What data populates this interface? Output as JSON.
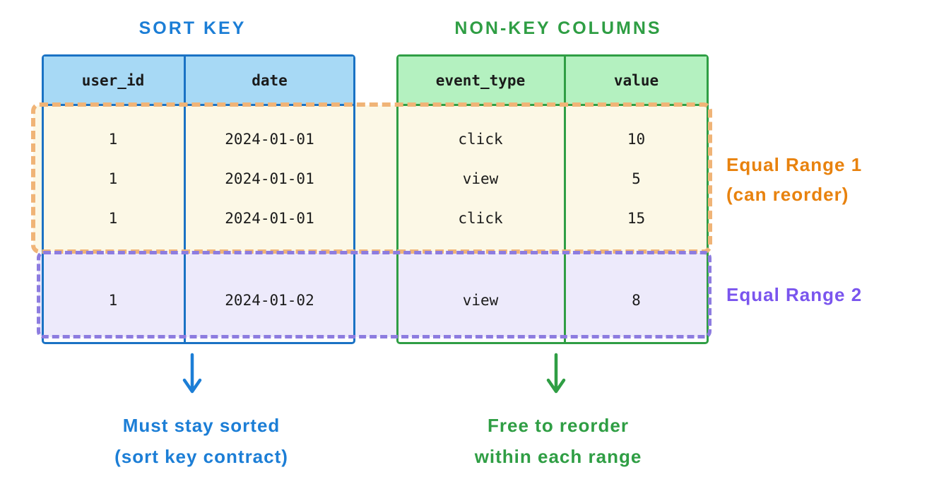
{
  "titles": {
    "sort_key": "SORT KEY",
    "non_key": "NON-KEY COLUMNS"
  },
  "tables": {
    "sort": {
      "headers": [
        "user_id",
        "date"
      ]
    },
    "nonkey": {
      "headers": [
        "event_type",
        "value"
      ]
    }
  },
  "rows": [
    {
      "user_id": "1",
      "date": "2024-01-01",
      "event_type": "click",
      "value": "10"
    },
    {
      "user_id": "1",
      "date": "2024-01-01",
      "event_type": "view",
      "value": "5"
    },
    {
      "user_id": "1",
      "date": "2024-01-01",
      "event_type": "click",
      "value": "15"
    },
    {
      "user_id": "1",
      "date": "2024-01-02",
      "event_type": "view",
      "value": "8"
    }
  ],
  "annotations": {
    "range1_line1": "Equal Range 1",
    "range1_line2": "(can reorder)",
    "range2": "Equal Range 2",
    "sort_note_line1": "Must stay sorted",
    "sort_note_line2": "(sort key contract)",
    "nonkey_note_line1": "Free to reorder",
    "nonkey_note_line2": "within each range"
  },
  "colors": {
    "sort_accent": "#1a72c4",
    "sort_header_fill": "#a7d9f5",
    "nonkey_accent": "#2f9e44",
    "nonkey_header_fill": "#b4f1c0",
    "range1_fill": "#fcf8e6",
    "range1_dash": "#f0b477",
    "range1_text": "#e8820e",
    "range2_fill": "#edeafb",
    "range2_dash": "#8d7ce0",
    "range2_text": "#7a55ee",
    "cell_text": "#1b1b1b"
  }
}
